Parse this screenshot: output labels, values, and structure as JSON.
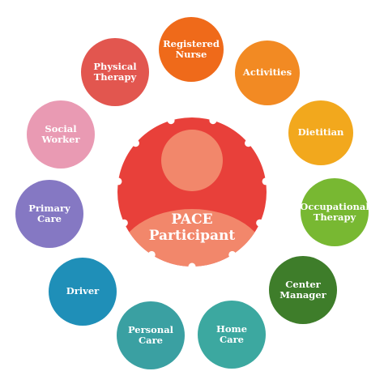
{
  "center": {
    "label": "PACE\nParticipant",
    "ring_color": "#e8403a",
    "figure_color": "#f2876b",
    "notch_color": "#ffffff"
  },
  "roles": [
    {
      "id": "registered-nurse",
      "label": "Registered\nNurse",
      "color": "#ef6a1a"
    },
    {
      "id": "activities",
      "label": "Activities",
      "color": "#f28a23"
    },
    {
      "id": "dietitian",
      "label": "Dietitian",
      "color": "#f2a81d"
    },
    {
      "id": "occupational",
      "label": "Occupational\nTherapy",
      "color": "#78b832"
    },
    {
      "id": "center-manager",
      "label": "Center\nManager",
      "color": "#3e7d2a"
    },
    {
      "id": "home-care",
      "label": "Home\nCare",
      "color": "#3ca8a0"
    },
    {
      "id": "personal-care",
      "label": "Personal\nCare",
      "color": "#3aa0a2"
    },
    {
      "id": "driver",
      "label": "Driver",
      "color": "#1f8fb8"
    },
    {
      "id": "primary-care",
      "label": "Primary\nCare",
      "color": "#8578c3"
    },
    {
      "id": "social-worker",
      "label": "Social\nWorker",
      "color": "#e99ab3"
    },
    {
      "id": "physical-therapy",
      "label": "Physical\nTherapy",
      "color": "#e2564f"
    }
  ]
}
